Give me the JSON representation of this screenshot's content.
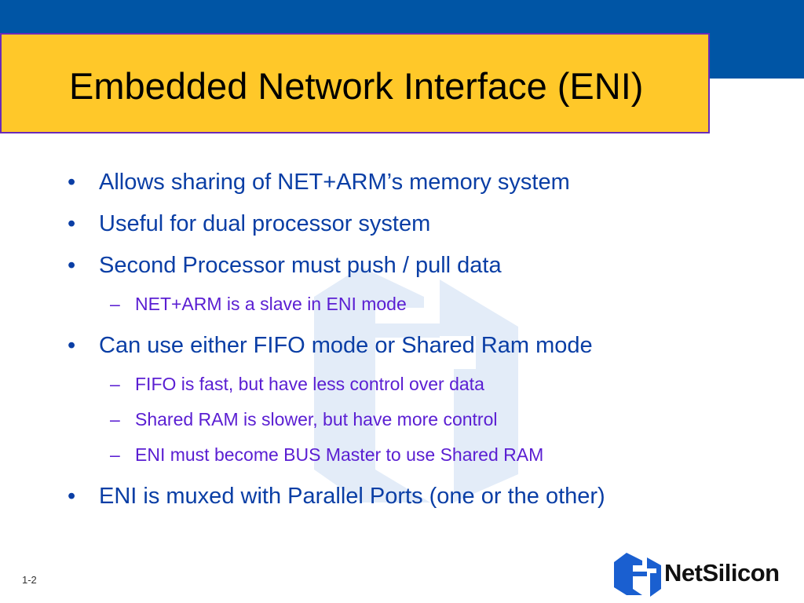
{
  "slide": {
    "title": "Embedded Network Interface (ENI)",
    "page_number": "1-2",
    "bullets": [
      "Allows sharing of NET+ARM’s memory system",
      "Useful for dual processor system",
      "Second Processor must push / pull data",
      "NET+ARM is a slave in ENI mode",
      "Can use either FIFO mode or Shared Ram mode",
      "FIFO is fast, but have less control over data",
      "Shared RAM is slower, but have more control",
      "ENI must become BUS Master to use Shared RAM",
      "ENI is muxed with Parallel Ports (one or the other)"
    ]
  },
  "logo": {
    "text": "NetSilicon",
    "icon": "netsilicon-logo-icon"
  },
  "colors": {
    "header_band": "#0055a5",
    "title_box": "#ffc829",
    "title_border": "#6a2cb8",
    "bullet_text": "#0a3ea5",
    "sub_bullet_text": "#5a1ed2",
    "watermark": "#e3ecf8",
    "logo_blue": "#1a5fd0"
  }
}
